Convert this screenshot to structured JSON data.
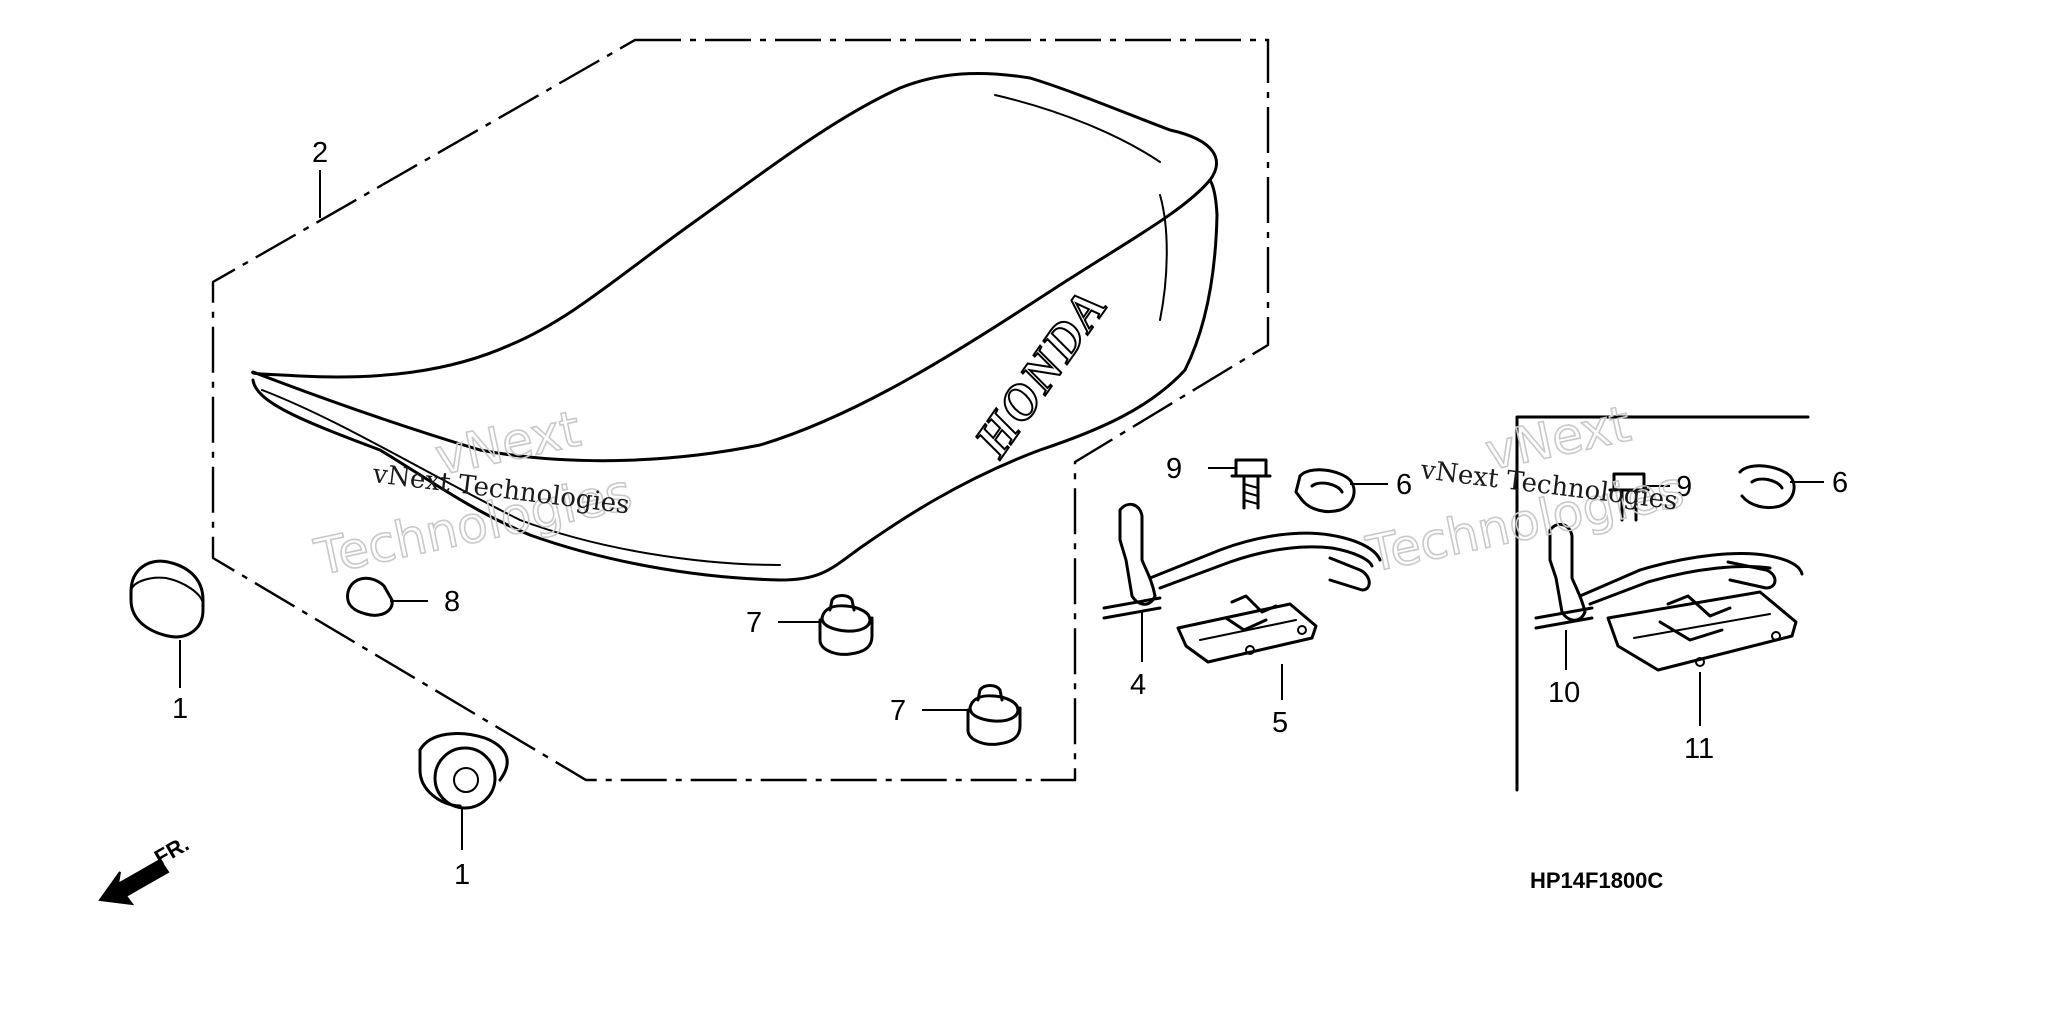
{
  "diagram": {
    "code": "HP14F1800C",
    "front_label": "FR.",
    "brand": "HONDA",
    "watermark": {
      "line1": "vNext",
      "line2": "Technologies",
      "inline": "vNext Technologies"
    },
    "callouts": {
      "c1a": "1",
      "c1b": "1",
      "c2": "2",
      "c4": "4",
      "c5": "5",
      "c6a": "6",
      "c6b": "6",
      "c7a": "7",
      "c7b": "7",
      "c8": "8",
      "c9a": "9",
      "c9b": "9",
      "c10": "10",
      "c11": "11"
    }
  }
}
